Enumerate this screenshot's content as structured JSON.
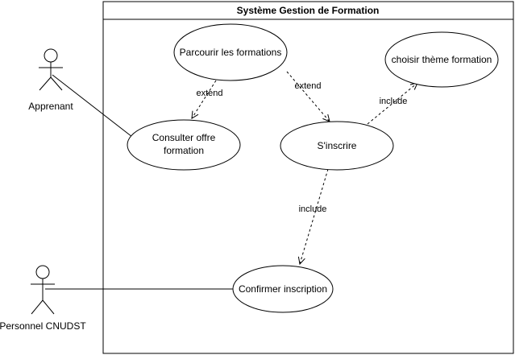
{
  "system": {
    "title": "Système Gestion de Formation"
  },
  "actors": {
    "apprenant": {
      "label": "Apprenant"
    },
    "personnel": {
      "label": "Personnel CNUDST"
    }
  },
  "use_cases": {
    "parcourir": {
      "label": "Parcourir les formations"
    },
    "consulter": {
      "line1": "Consulter offre",
      "line2": "formation"
    },
    "sinscrire": {
      "label": "S'inscrire"
    },
    "choisir": {
      "label": "choisir thème formation"
    },
    "confirmer": {
      "label": "Confirmer inscription"
    }
  },
  "relations": {
    "extend_left": {
      "label": "extend"
    },
    "extend_right": {
      "label": "extend"
    },
    "include_top": {
      "label": "include"
    },
    "include_bottom": {
      "label": "include"
    }
  },
  "colors": {
    "stroke": "#000000",
    "background": "#ffffff"
  }
}
